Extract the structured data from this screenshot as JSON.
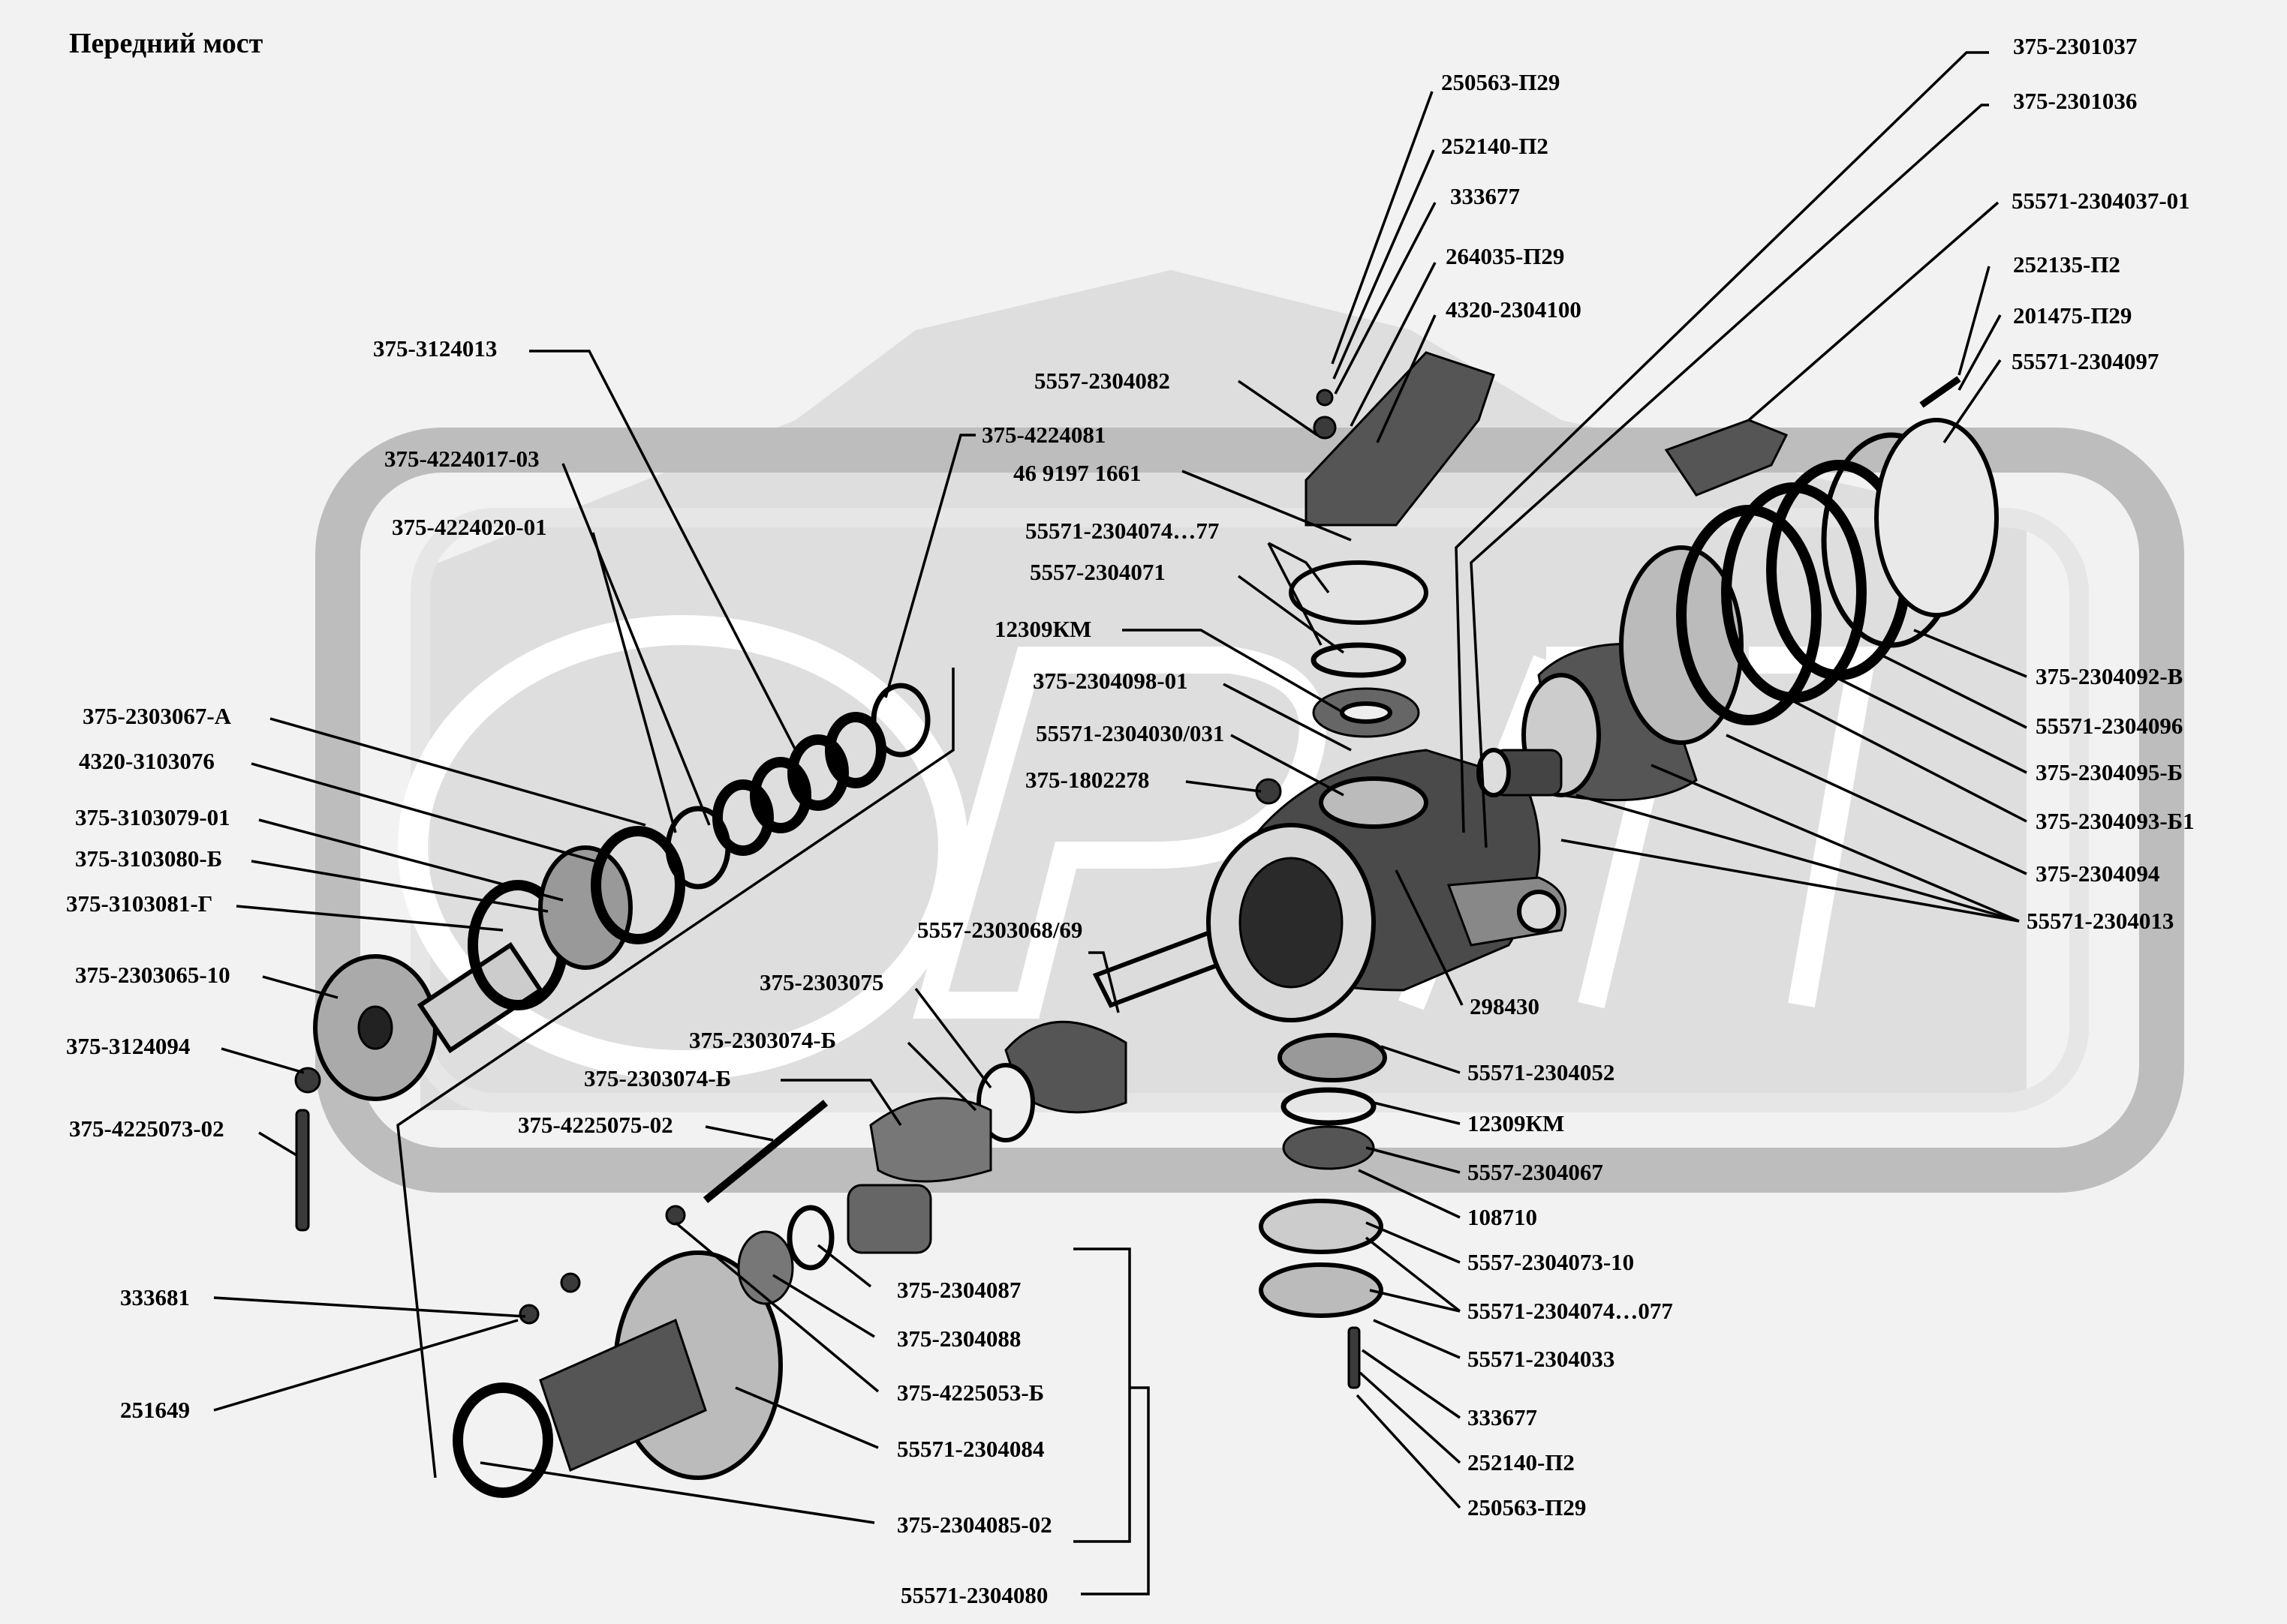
{
  "title": "Передний мост",
  "labels": [
    "250563-П29",
    "252140-П2",
    "333677",
    "264035-П29",
    "4320-2304100",
    "5557-2304082",
    "375-4224081",
    "46 9197 1661",
    "55571-2304074…77",
    "5557-2304071",
    "12309КМ",
    "375-2304098-01",
    "55571-2304030/031",
    "375-1802278",
    "375-3124013",
    "375-4224017-03",
    "375-4224020-01",
    "375-2303067-А",
    "4320-3103076",
    "375-3103079-01",
    "375-3103080-Б",
    "375-3103081-Г",
    "375-2303065-10",
    "375-3124094",
    "375-4225073-02",
    "5557-2303068/69",
    "375-2303075",
    "375-2303074-Б",
    "375-2303074-Б",
    "375-4225075-02",
    "333681",
    "251649",
    "375-2304087",
    "375-2304088",
    "375-4225053-Б",
    "55571-2304084",
    "375-2304085-02",
    "55571-2304080",
    "375-2301037",
    "375-2301036",
    "55571-2304037-01",
    "252135-П2",
    "201475-П29",
    "55571-2304097",
    "375-2304092-В",
    "55571-2304096",
    "375-2304095-Б",
    "375-2304093-Б1",
    "375-2304094",
    "55571-2304013",
    "298430",
    "55571-2304052",
    "12309КМ",
    "5557-2304067",
    "108710",
    "5557-2304073-10",
    "55571-2304074…077",
    "55571-2304033",
    "333677",
    "252140-П2",
    "250563-П29"
  ]
}
